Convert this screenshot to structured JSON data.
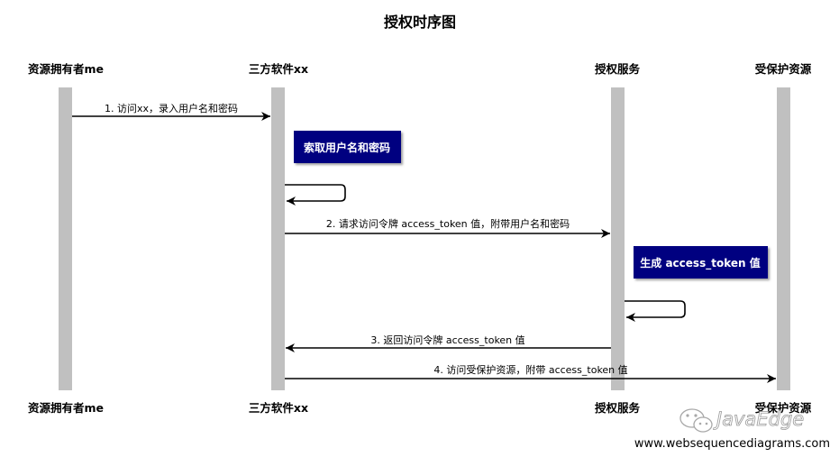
{
  "title": "授权时序图",
  "participants": [
    {
      "id": "me",
      "name": "资源拥有者me"
    },
    {
      "id": "app",
      "name": "三方软件xx"
    },
    {
      "id": "auth",
      "name": "授权服务"
    },
    {
      "id": "res",
      "name": "受保护资源"
    }
  ],
  "messages": [
    {
      "label": "1. 访问xx，录入用户名和密码"
    },
    {
      "label": "2. 请求访问令牌 access_token 值，附带用户名和密码"
    },
    {
      "label": "3. 返回访问令牌 access_token 值"
    },
    {
      "label": "4. 访问受保护资源，附带 access_token 值"
    }
  ],
  "notes": [
    {
      "label": "索取用户名和密码"
    },
    {
      "label": "生成 access_token 值"
    }
  ],
  "watermark": {
    "brand": "JavaEdge",
    "site": "www.websequencediagrams.com"
  },
  "colors": {
    "lifeline": "#c0c0c0",
    "note_fill": "#000080",
    "arrow": "#000000"
  }
}
